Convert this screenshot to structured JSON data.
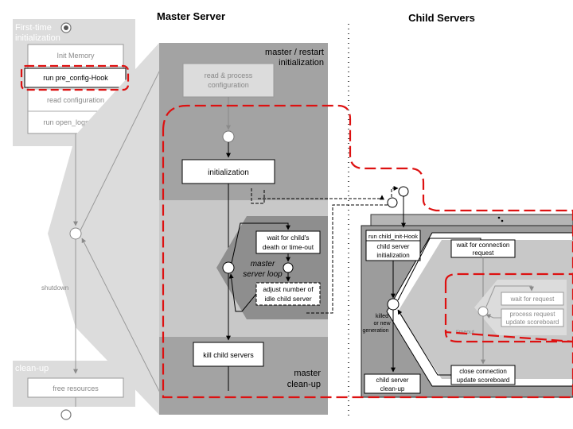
{
  "headings": {
    "master_server": "Master Server",
    "child_servers": "Child Servers"
  },
  "startup": {
    "label_line1": "First-time",
    "label_line2": "initialization",
    "steps": [
      "Init Memory",
      "run pre_config-Hook",
      "read configuration",
      "run open_logs-Hook"
    ]
  },
  "shutdown_label": "shutdown",
  "cleanup": {
    "label": "clean-up",
    "step": "free resources"
  },
  "master": {
    "restart_line1": "master / restart",
    "restart_line2": "initialization",
    "read_config_line1": "read & process",
    "read_config_line2": "configuration",
    "initialization": "initialization",
    "loop_line1": "master",
    "loop_line2": "server loop",
    "wait_line1": "wait for child's",
    "wait_line2": "death or time-out",
    "adjust_line1": "adjust number of",
    "adjust_line2": "idle child server",
    "kill": "kill child servers",
    "cleanup_line1": "master",
    "cleanup_line2": "clean-up"
  },
  "child": {
    "init_hook": "run child_init-Hook",
    "init_line1": "child server",
    "init_line2": "initialization",
    "killed_line1": "killed",
    "killed_line2": "or new",
    "killed_line3": "generation",
    "cleanup_line1": "child server",
    "cleanup_line2": "clean-up",
    "wait_conn_line1": "wait for connection",
    "wait_conn_line2": "request",
    "timeout": "timeout",
    "wait_request": "wait for request",
    "process_line1": "process request",
    "process_line2": "update scoreboard",
    "close_line1": "close connection",
    "close_line2": "update scoreboard"
  },
  "colors": {
    "light_gray": "#dcdcdc",
    "mid_gray": "#c8c8c8",
    "dark_gray": "#a3a3a3",
    "panel_gray": "#9c9c9c",
    "highlight_red": "#dd1111"
  }
}
